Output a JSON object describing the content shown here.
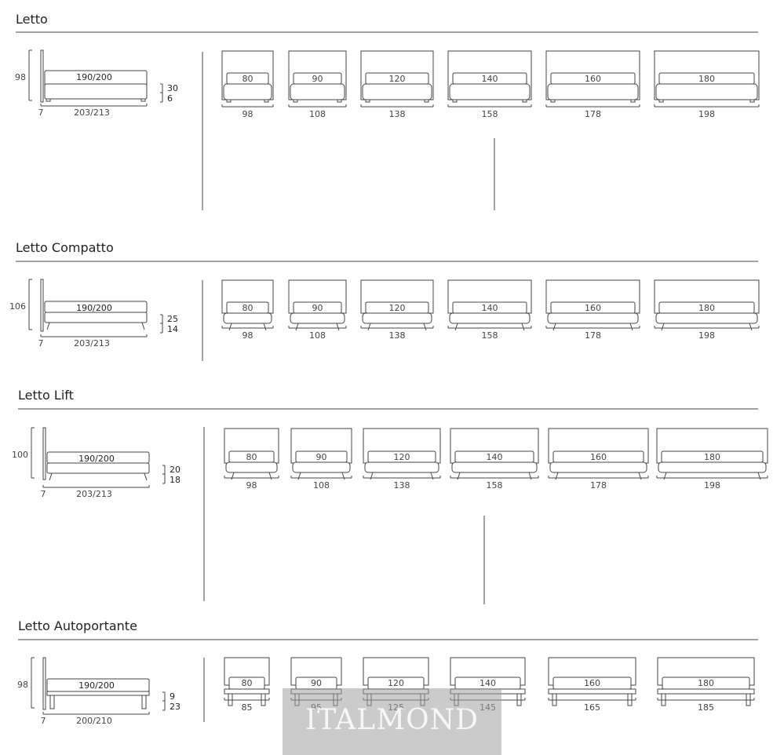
{
  "sections": [
    {
      "title": "Letto",
      "side": {
        "height": "98",
        "length": "190/200",
        "overall": "203/213",
        "hb": "7",
        "dims_right": [
          "30",
          "6"
        ]
      },
      "leg": "block",
      "beds": [
        {
          "mattress": "80",
          "width": "98"
        },
        {
          "mattress": "90",
          "width": "108"
        },
        {
          "mattress": "120",
          "width": "138"
        },
        {
          "mattress": "140",
          "width": "158"
        },
        {
          "mattress": "160",
          "width": "178"
        },
        {
          "mattress": "180",
          "width": "198"
        }
      ]
    },
    {
      "title": "Letto Compatto",
      "side": {
        "height": "106",
        "length": "190/200",
        "overall": "203/213",
        "hb": "7",
        "dims_right": [
          "25",
          "14"
        ]
      },
      "leg": "slant",
      "beds": [
        {
          "mattress": "80",
          "width": "98"
        },
        {
          "mattress": "90",
          "width": "108"
        },
        {
          "mattress": "120",
          "width": "138"
        },
        {
          "mattress": "140",
          "width": "158"
        },
        {
          "mattress": "160",
          "width": "178"
        },
        {
          "mattress": "180",
          "width": "198"
        }
      ]
    },
    {
      "title": "Letto Lift",
      "side": {
        "height": "100",
        "length": "190/200",
        "overall": "203/213",
        "hb": "7",
        "dims_right": [
          "20",
          "18"
        ]
      },
      "leg": "slant",
      "beds": [
        {
          "mattress": "80",
          "width": "98"
        },
        {
          "mattress": "90",
          "width": "108"
        },
        {
          "mattress": "120",
          "width": "138"
        },
        {
          "mattress": "140",
          "width": "158"
        },
        {
          "mattress": "160",
          "width": "178"
        },
        {
          "mattress": "180",
          "width": "198"
        }
      ]
    },
    {
      "title": "Letto Autoportante",
      "side": {
        "height": "98",
        "length": "190/200",
        "overall": "200/210",
        "hb": "7",
        "dims_right": [
          "9",
          "23"
        ]
      },
      "leg": "post",
      "beds": [
        {
          "mattress": "80",
          "width": "85"
        },
        {
          "mattress": "90",
          "width": "95"
        },
        {
          "mattress": "120",
          "width": "125"
        },
        {
          "mattress": "140",
          "width": "145"
        },
        {
          "mattress": "160",
          "width": "165"
        },
        {
          "mattress": "180",
          "width": "185"
        }
      ]
    }
  ],
  "watermark": "ITALMOND",
  "colors": {
    "line": "#444444",
    "watermark_bg": "#a0a0a0"
  }
}
